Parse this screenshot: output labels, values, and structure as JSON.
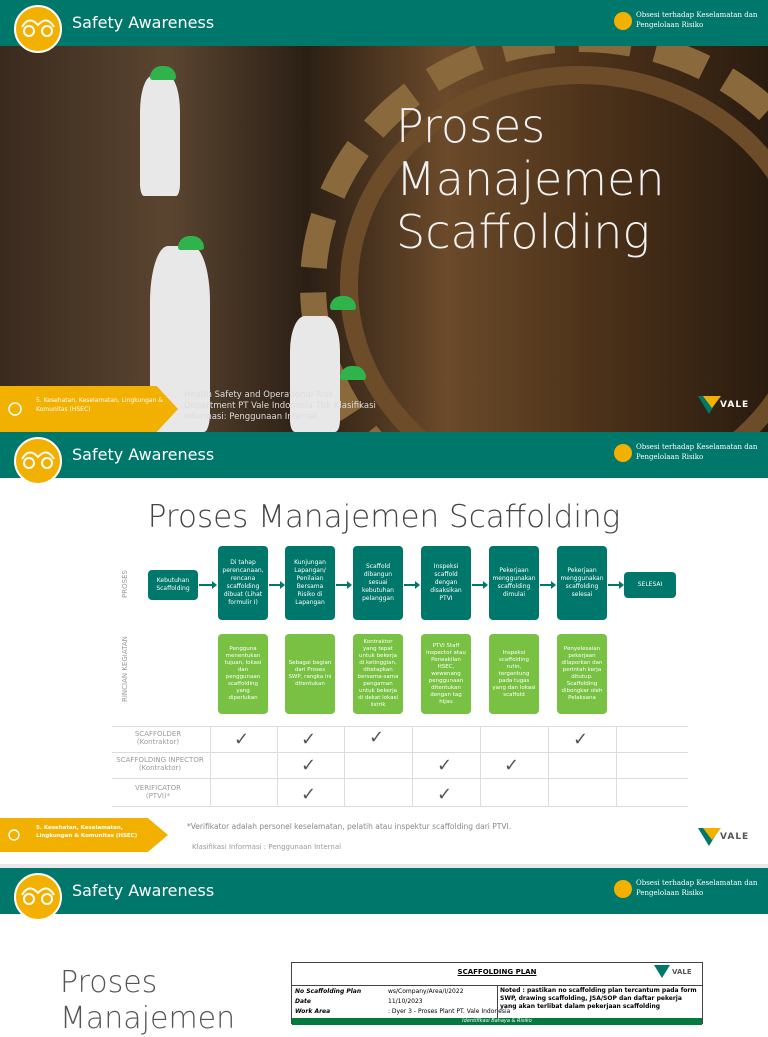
{
  "header": {
    "title": "Safety Awareness",
    "tagline": "Obsesi terhadap Keselamatan dan Pengelolaan Risiko"
  },
  "slide1": {
    "title_lines": [
      "Proses",
      "Manajemen",
      "Scaffolding"
    ],
    "footer_label": "5. Kesehatan, Keselamatan, Lingkungan & Komunitas (HSEC)",
    "department": "Health Safety and Operational Risk Department PT Vale Indonesia Tbk Klasifikasi Informasi: Penggunaan Internal",
    "brand": "VALE"
  },
  "slide2": {
    "title": "Proses Manajemen Scaffolding",
    "row_labels": {
      "proses": "PROSES",
      "rincian": "RINCIAN KEGIATAN"
    },
    "proses": [
      "Kebutuhan Scaffolding",
      "Di tahap perencanaan, rencana scaffolding dibuat (Lihat formulir I)",
      "Kunjungan Lapangan/ Penilaian Bersama Risiko di Lapangan",
      "Scaffold dibangun sesuai kebutuhan pelanggan",
      "Inspeksi scaffold dengan disaksikan PTVI",
      "Pekerjaan menggunakan scaffolding dimulai",
      "Pekerjaan menggunakan scaffolding selesai",
      "SELESAI"
    ],
    "rincian": [
      "Pengguna menentukan tujuan, lokasi dan penggunaan scaffolding yang diperlukan",
      "Sebagai bagian dari Proses SWP, rangka ini ditentukan",
      "Kontraktor yang tepat untuk bekerja di ketinggian, ditetapkan bersama-sama pengaman untuk bekerja di dekat lokasi listrik",
      "PTVI Staff inspector atau Perwakilan HSEC, wewenang penggunaan ditentukan dengan tag hijau",
      "Inspeksi scaffolding rutin, tergantung pada tugas yang dan lokasi scaffold",
      "Penyelesaian pekerjaan dilaporkan dan perintah kerja ditutup. Scaffolding dibongkar oleh Pelaksana"
    ],
    "roles": [
      {
        "name": "SCAFFOLDER",
        "sub": "(Kontraktor)",
        "checks": [
          true,
          true,
          true,
          false,
          false,
          true
        ]
      },
      {
        "name": "SCAFFOLDING INPECTOR",
        "sub": "(Kontraktor)",
        "checks": [
          false,
          true,
          false,
          true,
          true,
          false
        ]
      },
      {
        "name": "VERIFICATOR",
        "sub": "(PTVI)*",
        "checks": [
          false,
          true,
          false,
          true,
          false,
          false
        ]
      }
    ],
    "check_glyph": "✓",
    "footer_label": "5. Kesehatan, Keselamatan, Lingkungan & Komunitas (HSEC)",
    "note": "*Verifikator adalah personel keselamatan, pelatih atau inspektur scaffolding dari PTVI.",
    "klasifikasi": "Klasifikasi Informasi : Penggunaan Internal",
    "brand": "VALE"
  },
  "slide3": {
    "title_lines": [
      "Proses",
      "Manajemen"
    ],
    "doc": {
      "title": "SCAFFOLDING PLAN",
      "brand": "VALE",
      "fields": [
        {
          "label": "No Scaffolding Plan",
          "value": "ws/Company/Area/I/2022"
        },
        {
          "label": "Date",
          "value": "11/10/2023"
        },
        {
          "label": "Work Area",
          "value": ": Dyer 3 - Proses Plant PT. Vale Indonesia"
        }
      ],
      "noted": "Noted : pastikan no scaffolding plan tercantum pada form SWP, drawing scaffolding, JSA/SOP dan daftar pekerja yang akan terlibat dalam pekerjaan scaffolding",
      "section": "Identifikasi Bahaya & Risiko"
    }
  },
  "colors": {
    "teal": "#00776b",
    "yellow": "#f2b000",
    "green": "#79c142"
  }
}
